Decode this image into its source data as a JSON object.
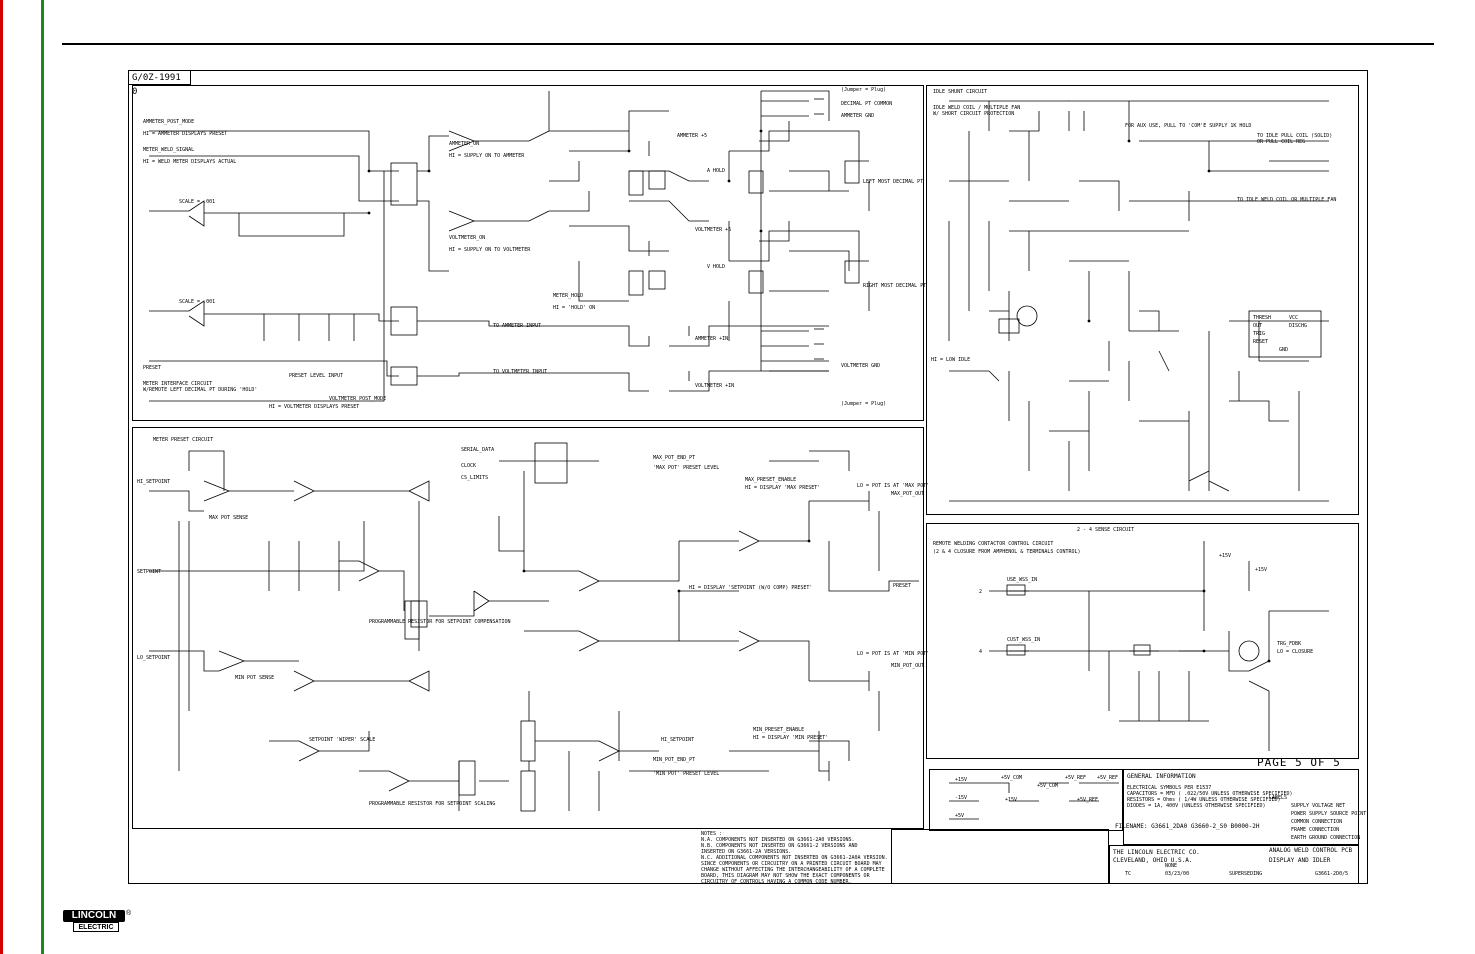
{
  "sheet_id": "G/0Z-1991 0",
  "page_label": "PAGE 5 OF 5",
  "logo": {
    "top": "LINCOLN",
    "bottom": "ELECTRIC",
    "reg": "®"
  },
  "colors": {
    "left_stripe_red": "#d40000",
    "left_stripe_green": "#1a8a1a"
  },
  "panels": {
    "meter": {
      "title": "METER INTERFACE CIRCUIT",
      "subtitle": "W/REMOTE LEFT DECIMAL PT DURING 'HOLD'",
      "labels": [
        "AMMETER_POST_MODE",
        "HI = AMMETER DISPLAYS PRESET",
        "METER_WELD_SIGNAL",
        "HI = WELD METER DISPLAYS ACTUAL",
        "SCALE = .001",
        "SCALE = .001",
        "PRESET",
        "PRESET LEVEL INPUT",
        "VOLTMETER_POST_MODE",
        "HI = VOLTMETER DISPLAYS PRESET",
        "AMMETER_ON",
        "HI = SUPPLY ON TO AMMETER",
        "VOLTMETER_ON",
        "HI = SUPPLY ON TO VOLTMETER",
        "METER_HOLD",
        "HI = 'HOLD' ON",
        "TO AMMETER INPUT",
        "TO VOLTMETER INPUT",
        "AMMETER +5",
        "A HOLD",
        "VOLTMETER +5",
        "V HOLD",
        "AMMETER +IN",
        "VOLTMETER +IN",
        "(Jumper = Plug)",
        "DECIMAL PT COMMON",
        "AMMETER GND",
        "LEFT MOST DECIMAL PT",
        "RIGHT MOST DECIMAL PT",
        "VOLTMETER GND",
        "(Jumper = Plug)"
      ]
    },
    "preset": {
      "title": "METER PRESET CIRCUIT",
      "labels": [
        "HI_SETPOINT",
        "MAX POT SENSE",
        "SETPOINT",
        "LO_SETPOINT",
        "MIN POT SENSE",
        "SETPOINT 'WIPER' SCALE",
        "SERIAL_DATA",
        "CLOCK",
        "CS_LIMITS",
        "MAX_POT_END_PT",
        "'MAX POT' PRESET LEVEL",
        "MAX_PRESET_ENABLE",
        "HI = DISPLAY 'MAX PRESET'",
        "LO = POT IS AT 'MAX POT'",
        "MAX_POT_OUT",
        "PRESET",
        "PROGRAMMABLE RESISTOR FOR SETPOINT COMPENSATION",
        "HI = DISPLAY 'SETPOINT (W/O COMP) PRESET'",
        "MIN_POT_END_PT",
        "'MIN POT' PRESET LEVEL",
        "MIN_PRESET_ENABLE",
        "HI = DISPLAY 'MIN PRESET'",
        "LO = POT IS AT 'MIN POT'",
        "MIN_POT_OUT",
        "HI_SETPOINT",
        "PROGRAMMABLE RESISTOR FOR SETPOINT SCALING"
      ]
    },
    "idle": {
      "title": "IDLE SHUNT CIRCUIT",
      "labels": [
        "IDLE WELD COIL / MULTIPLE FAN",
        "W/ SHORT CIRCUIT PROTECTION",
        "FOR AUX USE, PULL TO 'COM'E SUPPLY 1K HOLD",
        "TO IDLE PULL COIL (SOLID)",
        "OR PULL COIL REG",
        "TO IDLE WELD COIL OR MULTIPLE FAN",
        "HI = LOW IDLE",
        "THRESH",
        "DISCHG",
        "TRIG",
        "RESET",
        "GND",
        "OUT",
        "VCC"
      ]
    },
    "contactor": {
      "title": "REMOTE WELDING CONTACTOR CONTROL CIRCUIT",
      "subtitle": "(2 & 4 CLOSURE FROM AMPHENOL & TERMINALS CONTROL)",
      "labels": [
        "2 - 4 SENSE CIRCUIT",
        "USE_WSS_IN",
        "CUST_WSS_IN",
        "TRG_FDBK",
        "LO = CLOSURE",
        "+15V",
        "+15V",
        "2",
        "4"
      ]
    },
    "supply": {
      "labels": [
        "+5V_COM",
        "+5V_REF",
        "+5V_REF",
        "+5V_COM",
        "+15V",
        "-15V",
        "+5V",
        "+15V",
        "+5V_REF"
      ]
    }
  },
  "notes": {
    "title": "NOTES :",
    "items": [
      "N.A. COMPONENTS NOT INSERTED ON G3661-2A0 VERSIONS.",
      "N.B. COMPONENTS NOT INSERTED ON G3661-2 VERSIONS AND",
      "INSERTED ON G3661-2A VERSIONS.",
      "N.C. ADDITIONAL COMPONENTS NOT INSERTED ON G3661-2A0A VERSION."
    ],
    "disclaimer": "SINCE COMPONENTS OR CIRCUITRY ON A PRINTED CIRCUIT BOARD MAY CHANGE WITHOUT AFFECTING THE INTERCHANGEABILITY OF A COMPLETE BOARD, THIS DIAGRAM MAY NOT SHOW THE EXACT COMPONENTS OR CIRCUITRY OF CONTROLS HAVING A COMMON CODE NUMBER."
  },
  "general_info": {
    "title": "GENERAL INFORMATION",
    "lines": [
      "ELECTRICAL SYMBOLS PER E1537",
      "CAPACITORS = MFD ( .022/50V UNLESS OTHERWISE SPECIFIED)",
      "RESISTORS = Ohms ( 1/4W UNLESS OTHERWISE SPECIFIED)",
      "DIODES = 1A, 400V (UNLESS OTHERWISE SPECIFIED)"
    ],
    "filenames": "FILENAME: G3661_2DA0   G3660-2_S0    B0000-2H",
    "legend_title": "LABELS",
    "legend": [
      "SUPPLY VOLTAGE NET",
      "POWER SUPPLY SOURCE POINT",
      "COMMON CONNECTION",
      "FRAME CONNECTION",
      "EARTH GROUND CONNECTION"
    ]
  },
  "title_block": {
    "company": "THE LINCOLN ELECTRIC CO.",
    "city": "CLEVELAND, OHIO U.S.A.",
    "title_line1": "ANALOG WELD CONTROL PCB",
    "title_line2": "DISPLAY AND IDLER",
    "drawn": "TC",
    "date": "03/23/00",
    "subject": "SUPERSEDING",
    "code": "G3661-2D0/5",
    "scale": "NONE",
    "page_label": "PAGE 5 OF 5"
  }
}
